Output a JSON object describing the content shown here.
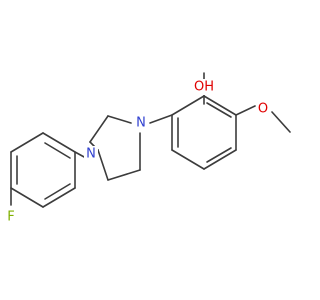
{
  "molecule": {
    "atoms": {
      "N1": {
        "label": "N",
        "color": "#3040d0"
      },
      "N2": {
        "label": "N",
        "color": "#3040d0"
      },
      "F": {
        "label": "F",
        "color": "#7fb000"
      },
      "OH": {
        "label": "OH",
        "color": "#e00000"
      },
      "O": {
        "label": "O",
        "color": "#e00000"
      }
    },
    "bond_color": "#3c3c3c"
  }
}
